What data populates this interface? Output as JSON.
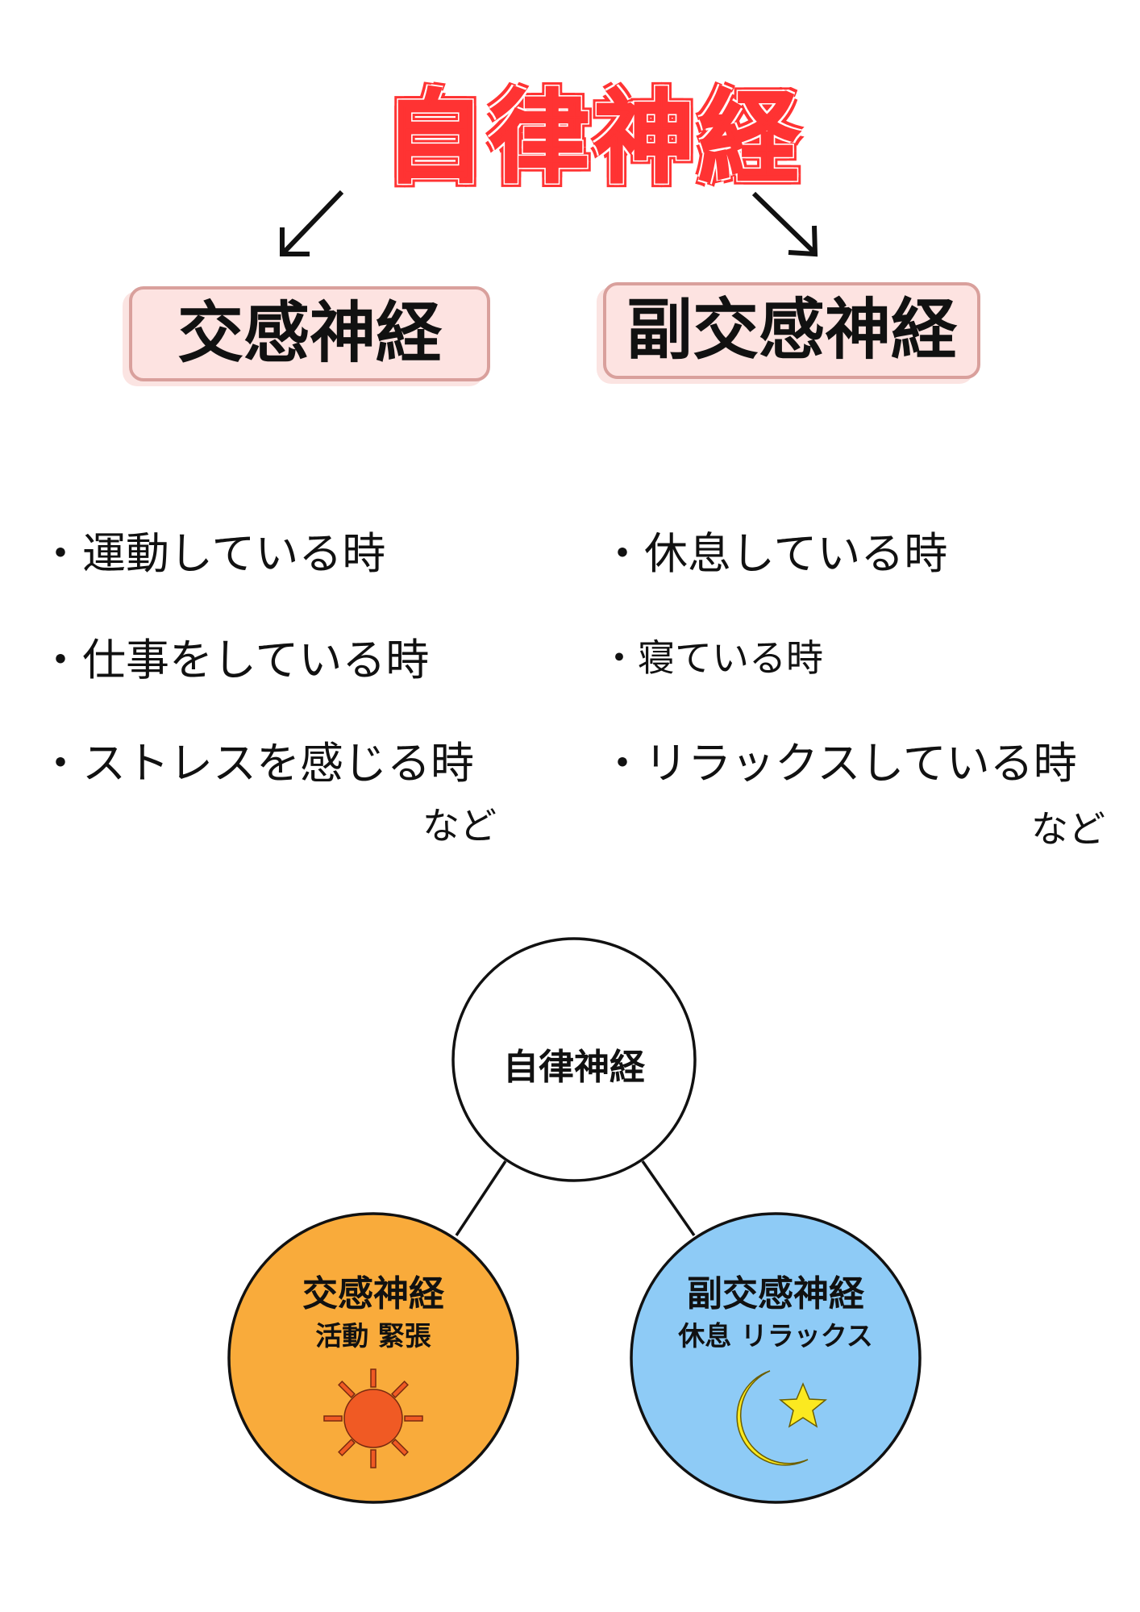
{
  "title": "自律神経",
  "left": {
    "label": "交感神経",
    "items": [
      "・運動している時",
      "・仕事をしている時",
      "・ストレスを感じる時"
    ],
    "etc": "など"
  },
  "right": {
    "label": "副交感神経",
    "items": [
      "・休息している時",
      "・寝ている時",
      "・リラックスしている時"
    ],
    "etc": "など"
  },
  "diagram": {
    "root": "自律神経",
    "left": {
      "title": "交感神経",
      "subtitle": "活動 緊張",
      "icon": "sun-icon",
      "color": "#f9ab3b"
    },
    "right": {
      "title": "副交感神経",
      "subtitle": "休息 リラックス",
      "icon": "moon-star-icon",
      "color": "#8ecbf6"
    }
  },
  "colors": {
    "title_red": "#ff3333",
    "label_bg": "#fde3e1",
    "label_border": "#d9a09c",
    "sun": "#f05a24",
    "moon": "#fbe920"
  }
}
